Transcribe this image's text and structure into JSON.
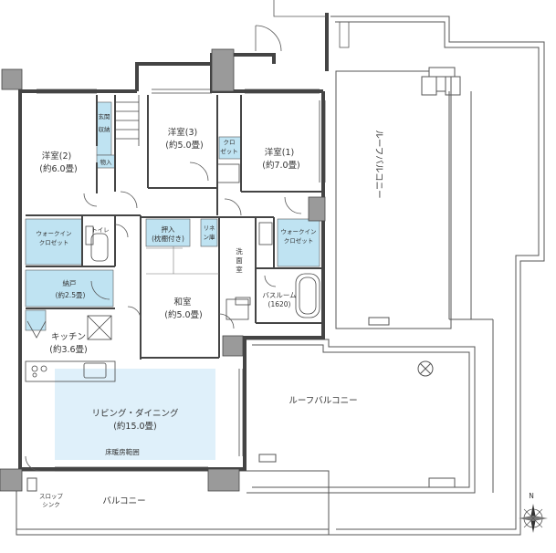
{
  "colors": {
    "wall": "#444444",
    "column": "#9a9a9a",
    "storage": "#bfe3f2",
    "heated_floor": "#dff0fa",
    "line": "#333333",
    "background": "#ffffff"
  },
  "rooms": {
    "western2": {
      "name": "洋室(2)",
      "size": "(約6.0畳)"
    },
    "western3": {
      "name": "洋室(3)",
      "size": "(約5.0畳)"
    },
    "western1": {
      "name": "洋室(1)",
      "size": "(約7.0畳)"
    },
    "japanese": {
      "name": "和室",
      "size": "(約5.0畳)"
    },
    "storeroom": {
      "name": "納戸",
      "size": "(約2.5畳)"
    },
    "kitchen": {
      "name": "キッチン",
      "size": "(約3.6畳)"
    },
    "ldk": {
      "name": "リビング・ダイニング",
      "size": "(約15.0畳)"
    }
  },
  "labels": {
    "entrance_storage_1": "玄関",
    "entrance_storage_2": "収納",
    "monoire": "物入",
    "closet_1": "クロ",
    "closet_2": "ゼット",
    "walkin_left_1": "ウォークイン",
    "walkin_left_2": "クロゼット",
    "walkin_right_1": "ウォークイン",
    "walkin_right_2": "クロゼット",
    "toilet": "トイレ",
    "oshiire_1": "押入",
    "oshiire_2": "(枕棚付き)",
    "linen_1": "リネ",
    "linen_2": "ン庫",
    "washroom_1": "洗",
    "washroom_2": "面",
    "washroom_3": "室",
    "bathroom_1": "バスルーム",
    "bathroom_2": "(1620)",
    "floor_heating": "床暖房範囲",
    "slop_sink_1": "スロップ",
    "slop_sink_2": "シンク",
    "balcony": "バルコニー",
    "roof_balcony_right": "ルーフバルコニー",
    "roof_balcony_lower": "ルーフバルコニー",
    "north": "N"
  }
}
